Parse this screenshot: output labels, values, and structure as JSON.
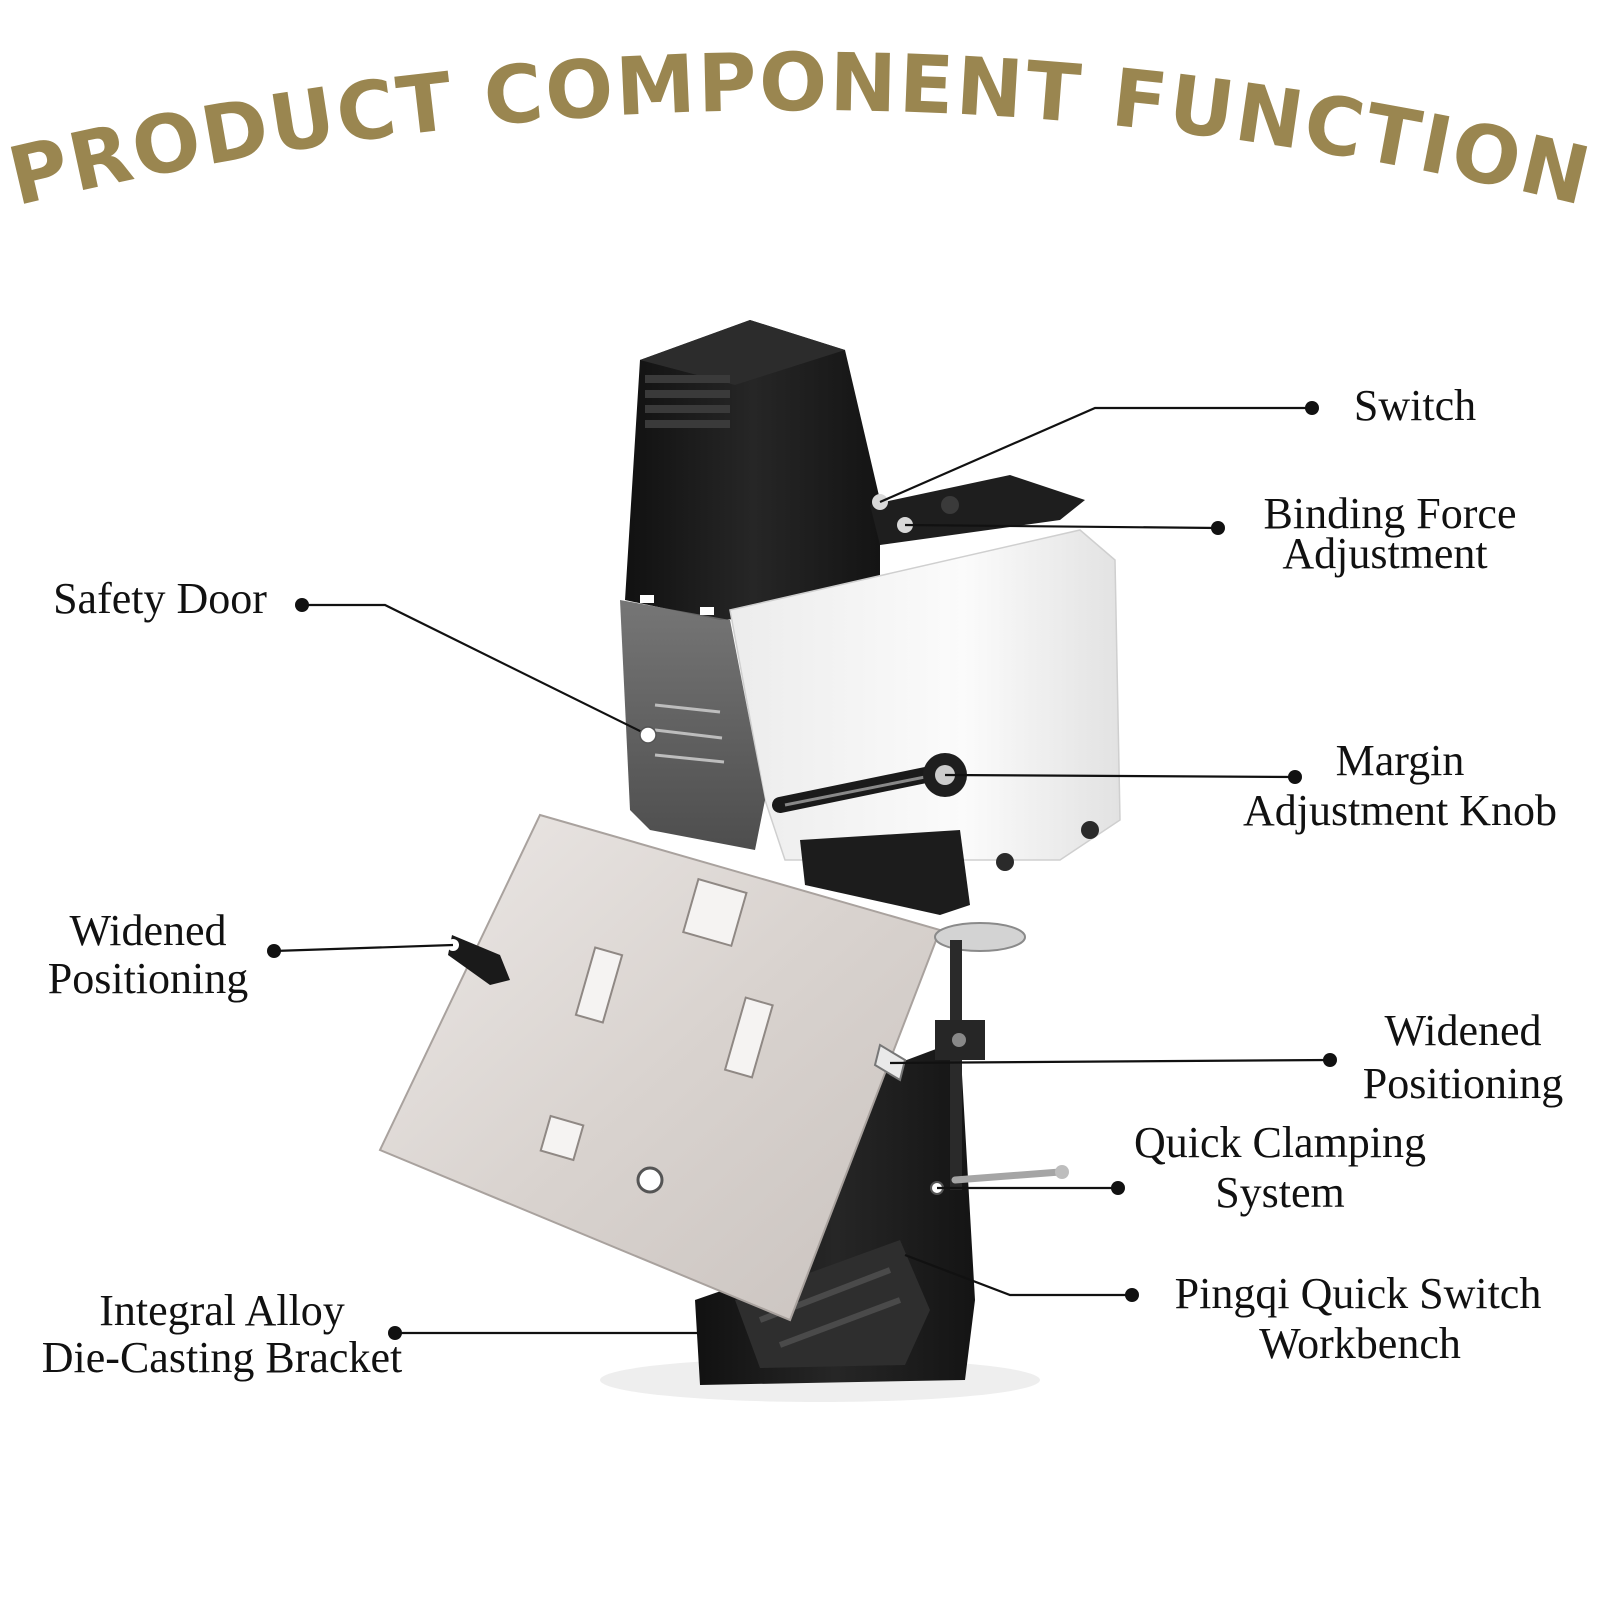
{
  "title": "PRODUCT COMPONENT FUNCTION",
  "colors": {
    "title": "#9a8650",
    "background": "#ffffff",
    "text": "#111111",
    "machine_black": "#1c1c1c",
    "machine_white": "#f6f6f6",
    "plate_silver": "#dcd6d2"
  },
  "icons": [
    "stapler-product-illustration"
  ],
  "labels": {
    "switch": [
      "Switch"
    ],
    "binding_force": [
      "Binding Force",
      "Adjustment"
    ],
    "safety_door": [
      "Safety Door"
    ],
    "margin_knob": [
      "Margin",
      "Adjustment Knob"
    ],
    "widened_left": [
      "Widened",
      "Positioning"
    ],
    "widened_right": [
      "Widened",
      "Positioning"
    ],
    "quick_clamping": [
      "Quick Clamping",
      "System"
    ],
    "pingqi": [
      "Pingqi Quick Switch",
      "Workbench"
    ],
    "bracket": [
      "Integral Alloy",
      "Die-Casting Bracket"
    ]
  }
}
